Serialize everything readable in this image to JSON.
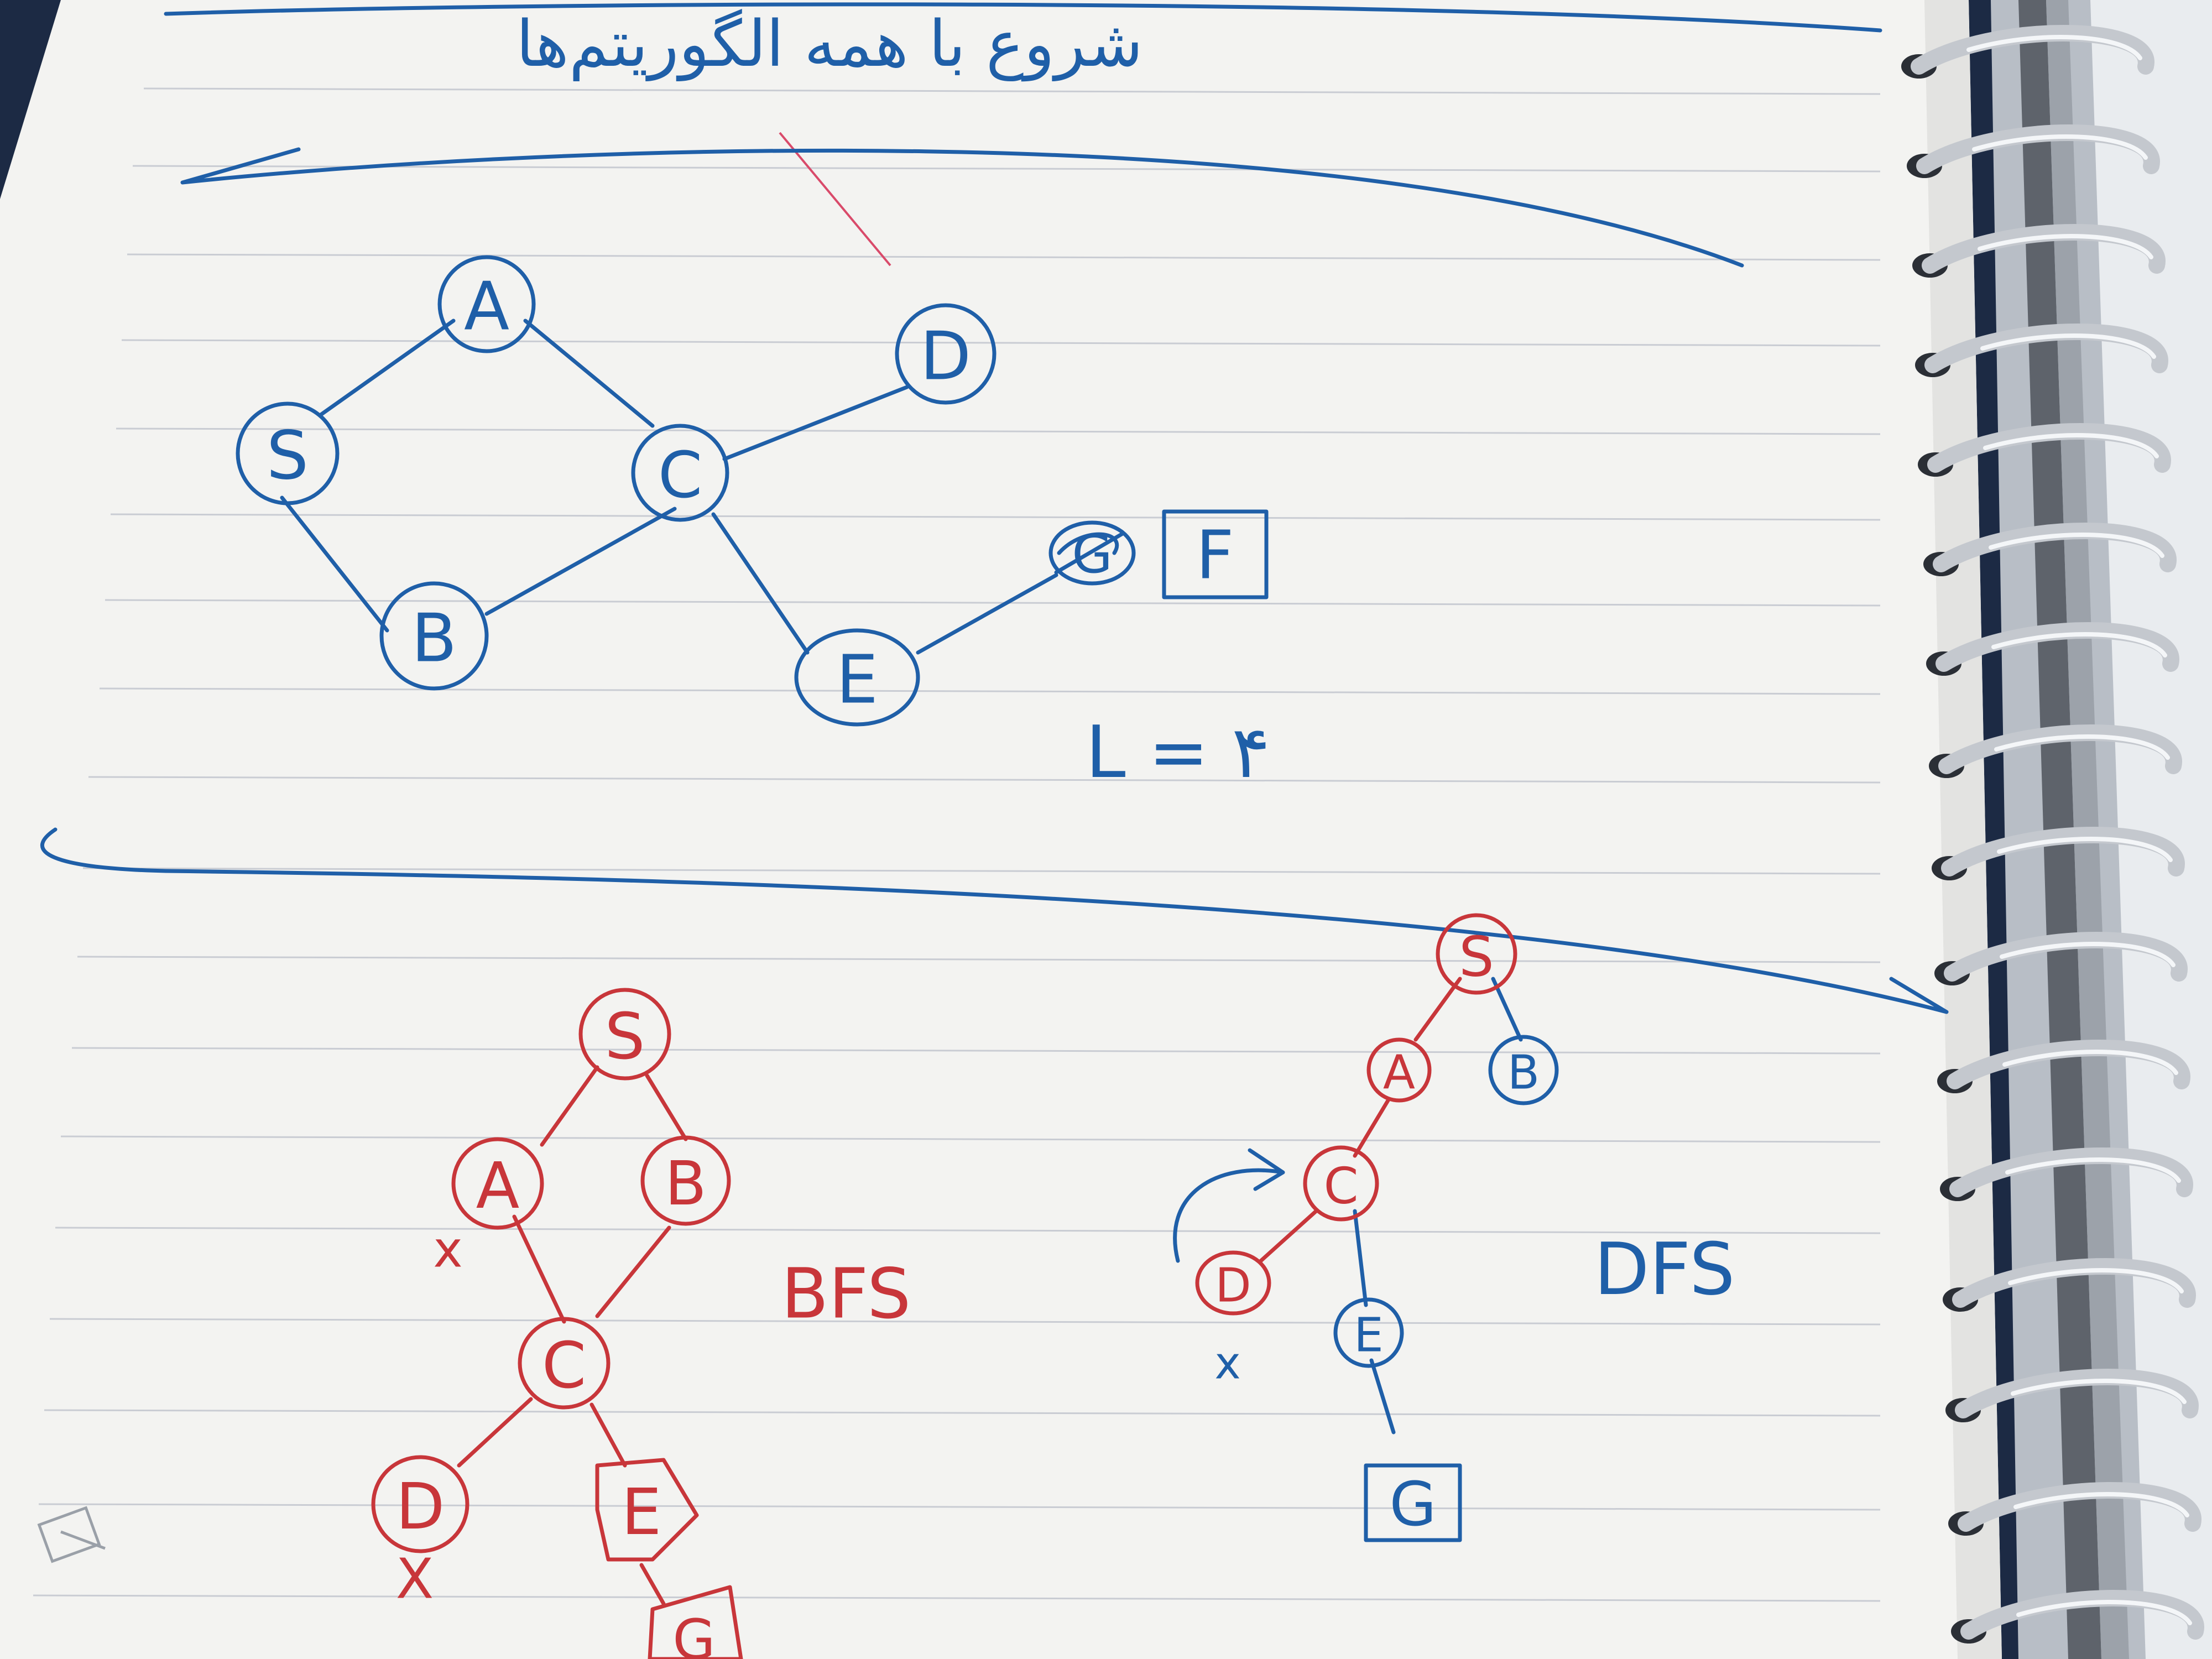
{
  "arabic_heading": "شروع با همه الگوریتم‌ها",
  "top_graph": {
    "nodes": [
      "A",
      "S",
      "C",
      "D",
      "B",
      "E",
      "G",
      "F"
    ],
    "length_note": "L = ۴"
  },
  "bfs": {
    "label": "BFS",
    "nodes": [
      "S",
      "A",
      "B",
      "C",
      "D",
      "E",
      "G"
    ],
    "mark_a": "x",
    "mark_d": "X"
  },
  "dfs": {
    "label": "DFS",
    "nodes": [
      "S",
      "A",
      "B",
      "C",
      "D",
      "E",
      "G"
    ],
    "mark_d": "x"
  },
  "colors": {
    "blue_ink": "#1f5fa8",
    "red_ink": "#c8363a",
    "paper": "#f3f3f1",
    "background": "#1c2a44"
  }
}
